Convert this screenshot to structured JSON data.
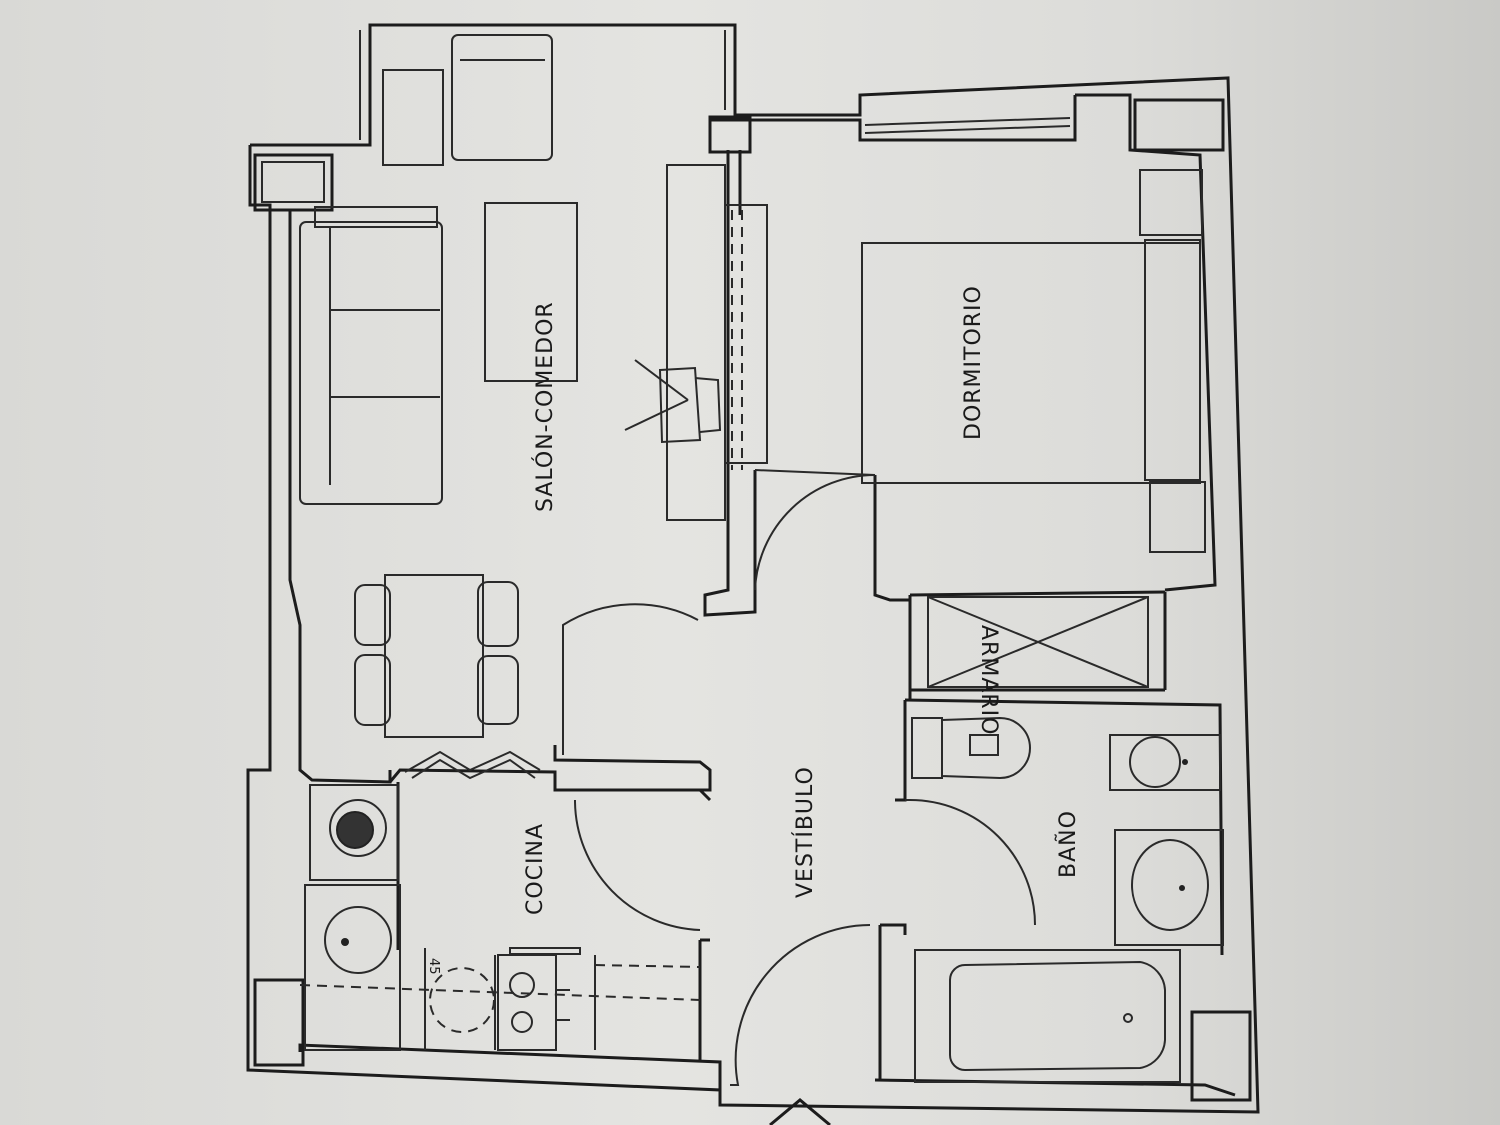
{
  "rooms": {
    "living": "SALÓN-COMEDOR",
    "bedroom": "DORMITORIO",
    "wardrobe": "ARMARIO",
    "bathroom": "BAÑO",
    "hall": "VESTÍBULO",
    "kitchen": "COCINA"
  },
  "annotations": {
    "kitchen_dim": "45"
  }
}
